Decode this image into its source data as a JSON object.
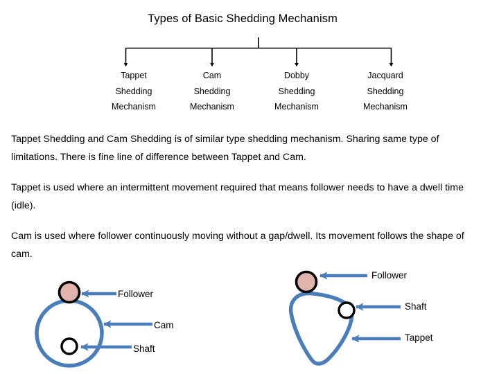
{
  "title": "Types of Basic Shedding Mechanism",
  "tree": {
    "branches": [
      {
        "name": "Tappet",
        "line2": "Shedding",
        "line3": "Mechanism"
      },
      {
        "name": "Cam",
        "line2": "Shedding",
        "line3": "Mechanism"
      },
      {
        "name": "Dobby",
        "line2": "Shedding",
        "line3": "Mechanism"
      },
      {
        "name": "Jacquard",
        "line2": "Shedding",
        "line3": "Mechanism"
      }
    ]
  },
  "paragraphs": [
    "Tappet Shedding and Cam Shedding is of similar type shedding mechanism. Sharing same type of limitations. There is fine line of difference between Tappet and Cam.",
    "Tappet is used where an intermittent movement required that means follower needs to have a dwell time (idle).",
    "Cam is used where follower continuously moving without a gap/dwell. Its movement follows the shape of cam."
  ],
  "figures": {
    "left": {
      "name": "cam-diagram",
      "labels": {
        "follower": "Follower",
        "cam": "Cam",
        "shaft": "Shaft"
      }
    },
    "right": {
      "name": "tappet-diagram",
      "labels": {
        "follower": "Follower",
        "shaft": "Shaft",
        "tappet": "Tappet"
      }
    }
  },
  "colors": {
    "blue": "#4A7EBB",
    "follower_fill": "#E0B3AD",
    "outline": "#000000",
    "background": "#FFFFFF"
  }
}
